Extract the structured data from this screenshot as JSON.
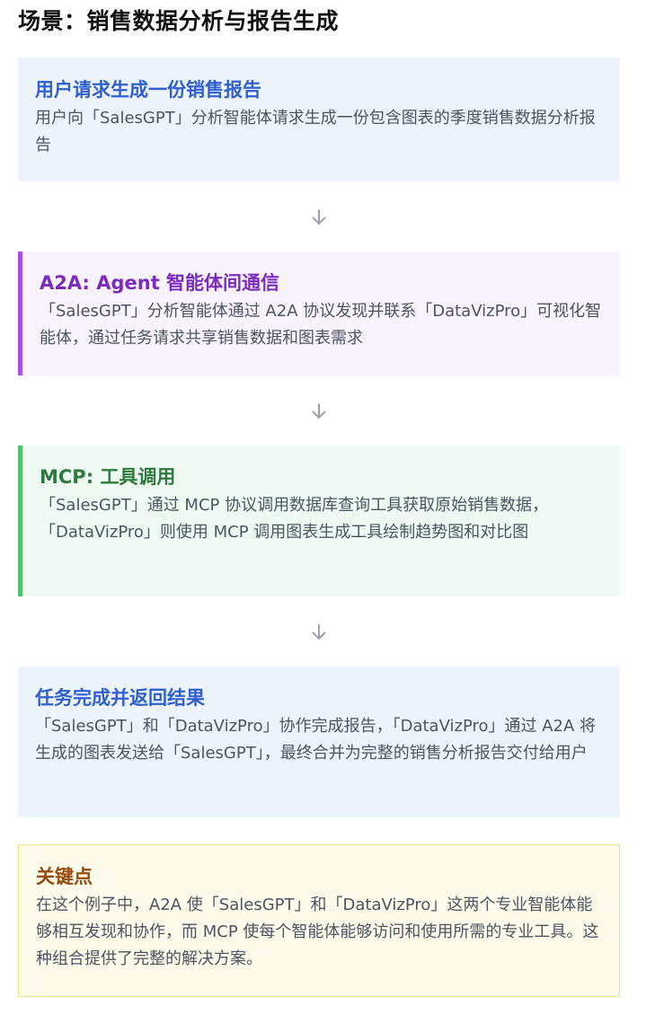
{
  "title": "场景：销售数据分析与报告生成",
  "steps": [
    {
      "title": "用户请求生成一份销售报告",
      "body": "用户向「SalesGPT」分析智能体请求生成一份包含图表的季度销售数据分析报告"
    },
    {
      "title": "A2A: Agent 智能体间通信",
      "body": "「SalesGPT」分析智能体通过 A2A 协议发现并联系「DataVizPro」可视化智能体，通过任务请求共享销售数据和图表需求"
    },
    {
      "title": "MCP: 工具调用",
      "body": "「SalesGPT」通过 MCP 协议调用数据库查询工具获取原始销售数据，「DataVizPro」则使用 MCP 调用图表生成工具绘制趋势图和对比图"
    },
    {
      "title": "任务完成并返回结果",
      "body": "「SalesGPT」和「DataVizPro」协作完成报告，「DataVizPro」通过 A2A 将生成的图表发送给「SalesGPT」，最终合并为完整的销售分析报告交付给用户"
    }
  ],
  "key_point": {
    "title": "关键点",
    "body": "在这个例子中，A2A 使「SalesGPT」和「DataVizPro」这两个专业智能体能够相互发现和协作，而 MCP 使每个智能体能够访问和使用所需的专业工具。这种组合提供了完整的解决方案。"
  },
  "icons": {
    "arrow": "arrow-down-icon"
  },
  "colors": {
    "blue_bg": "#eef4fd",
    "blue_title": "#2f5fd2",
    "purple_accent": "#a153e3",
    "purple_title": "#7b2bbf",
    "green_accent": "#4cc266",
    "green_title": "#2d7a3e",
    "yellow_bg": "#fefbea",
    "yellow_title": "#9a4a0c"
  }
}
